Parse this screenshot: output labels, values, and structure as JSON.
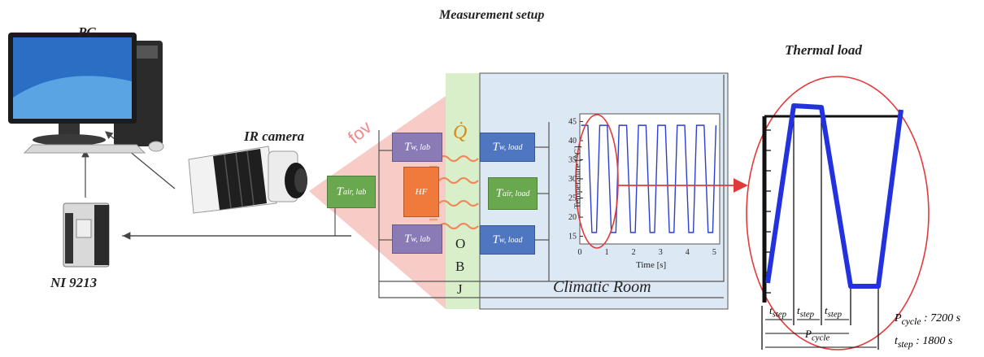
{
  "titles": {
    "setup": "Measurement setup",
    "thermal_load": "Thermal load",
    "pc": "PC",
    "ir_camera": "IR camera",
    "ni": "NI 9213",
    "fov": "fov",
    "climatic_room": "Climatic Room"
  },
  "boxes": {
    "t_w_lab_top": {
      "main": "T",
      "sub": "w, lab"
    },
    "t_w_lab_bottom": {
      "main": "T",
      "sub": "w, lab"
    },
    "t_air_lab": {
      "main": "T",
      "sub": "air, lab"
    },
    "hf": "HF",
    "t_w_load_top": {
      "main": "T",
      "sub": "w, load"
    },
    "t_w_load_bottom": {
      "main": "T",
      "sub": "w, load"
    },
    "t_air_load": {
      "main": "T",
      "sub": "air, load"
    },
    "q_dot": "Q̇",
    "obj_letters": [
      "O",
      "B",
      "J"
    ]
  },
  "inset_chart": {
    "ylabel": "Temperature [°C]",
    "xlabel": "Time [s]",
    "yticks": [
      "15",
      "20",
      "25",
      "30",
      "35",
      "40",
      "45"
    ],
    "xticks": [
      "0",
      "1",
      "2",
      "3",
      "4",
      "5"
    ]
  },
  "thermal_plot": {
    "t_step": "t",
    "t_step_sub": "step",
    "p_cycle": "P",
    "p_cycle_sub": "cycle",
    "p_cycle_value": " : 7200 s",
    "t_step_value": " : 1800 s"
  },
  "colors": {
    "signal": "#2b3fd0",
    "red": "#e23a3a",
    "fov": "#f7c9c4",
    "obj": "#d6efc9",
    "room": "#dde8f3"
  }
}
